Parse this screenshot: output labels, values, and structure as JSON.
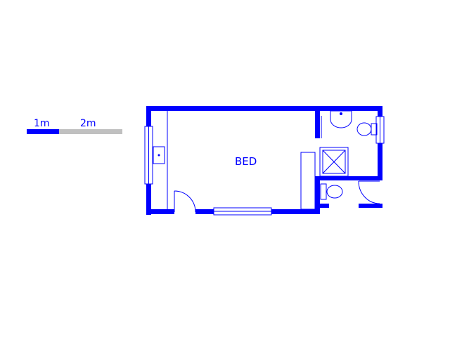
{
  "scale_bar": {
    "label_1": "1m",
    "label_2": "2m",
    "primary_color": "#0000ff",
    "secondary_color": "#c0c0c0"
  },
  "rooms": [
    {
      "label": "BED"
    }
  ],
  "colors": {
    "wall": "#0000ff",
    "background": "#ffffff"
  }
}
